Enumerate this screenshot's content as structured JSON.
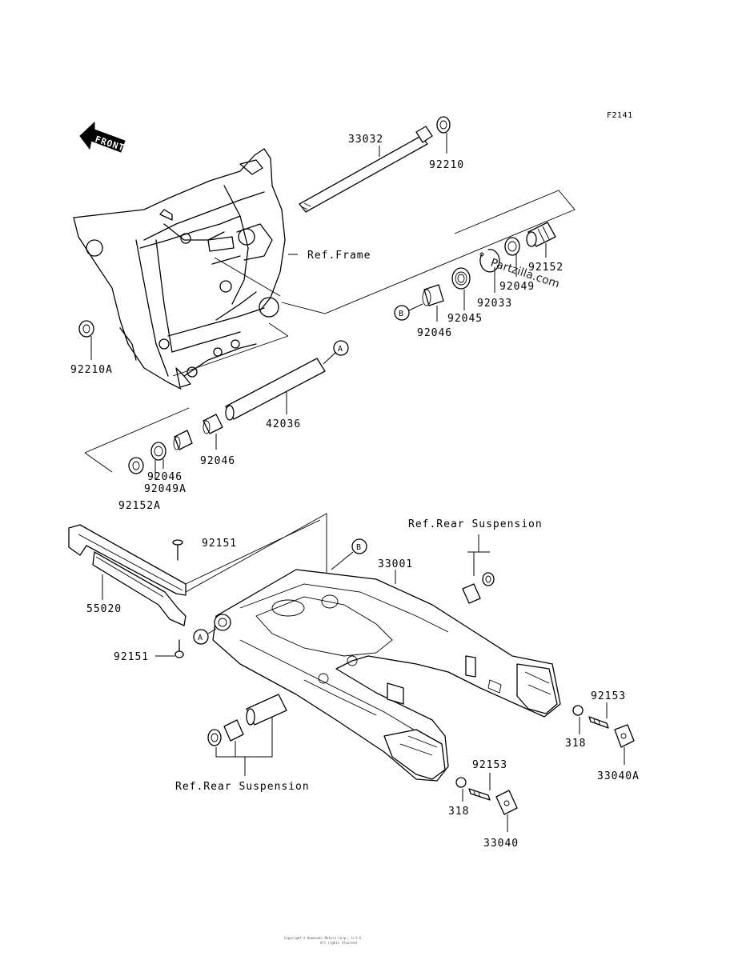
{
  "figure_code": "F2141",
  "front_label": "FRONT",
  "watermark": "Partzilla.com",
  "footer": [
    "Copyright © Kawasaki Motors Corp., U.S.A.",
    "All rights reserved."
  ],
  "part_labels": {
    "p33032": "33032",
    "p92210": "92210",
    "p92210A": "92210A",
    "refFrame": "Ref.Frame",
    "p92152": "92152",
    "p92049": "92049",
    "p92033": "92033",
    "p92045": "92045",
    "p92046_top": "92046",
    "p42036": "42036",
    "p92046_mid": "92046",
    "p92046_low": "92046",
    "p92049A": "92049A",
    "p92152A": "92152A",
    "p92151_top": "92151",
    "p55020": "55020",
    "p92151_bot": "92151",
    "refRearSusp_top": "Ref.Rear Suspension",
    "p33001": "33001",
    "p92153_right": "92153",
    "p318_right": "318",
    "p33040A": "33040A",
    "p92153_low": "92153",
    "p318_low": "318",
    "p33040": "33040",
    "refRearSusp_bot": "Ref.Rear Suspension"
  },
  "callouts": {
    "A_top": "A",
    "A_swing": "A",
    "B_left": "B",
    "B_swing": "B"
  }
}
